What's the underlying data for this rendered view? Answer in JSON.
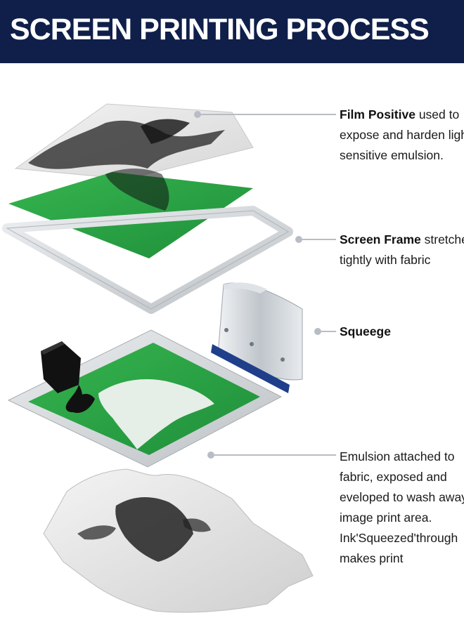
{
  "header": {
    "title": "SCREEN PRINTING PROCESS",
    "background": "#101f4a"
  },
  "labels": [
    {
      "id": "film-positive",
      "bold": "Film Positive",
      "lines": [
        " used to",
        "expose and harden light",
        "sensitive emulsion."
      ]
    },
    {
      "id": "screen-frame",
      "bold": "Screen Frame",
      "lines": [
        " stretched",
        "tightly with fabric"
      ]
    },
    {
      "id": "squeegee",
      "bold": "Squeege",
      "lines": [
        ""
      ]
    },
    {
      "id": "emulsion",
      "bold": "",
      "lines": [
        "Emulsion attached to",
        "fabric, exposed and",
        "eveloped to wash away",
        "image print area.",
        "Ink'Squeezed'through",
        "makes print"
      ]
    }
  ],
  "colors": {
    "screen_green": "#2ea84a",
    "frame_silver": "#d9dcdf",
    "film_gray": "#e6e6e6",
    "squeegee_blade": "#1f3f8a",
    "ink_black": "#111111"
  },
  "icons": [
    "film-positive-icon",
    "screen-frame-icon",
    "squeegee-icon",
    "ink-bottle-icon",
    "t-shirt-icon"
  ]
}
